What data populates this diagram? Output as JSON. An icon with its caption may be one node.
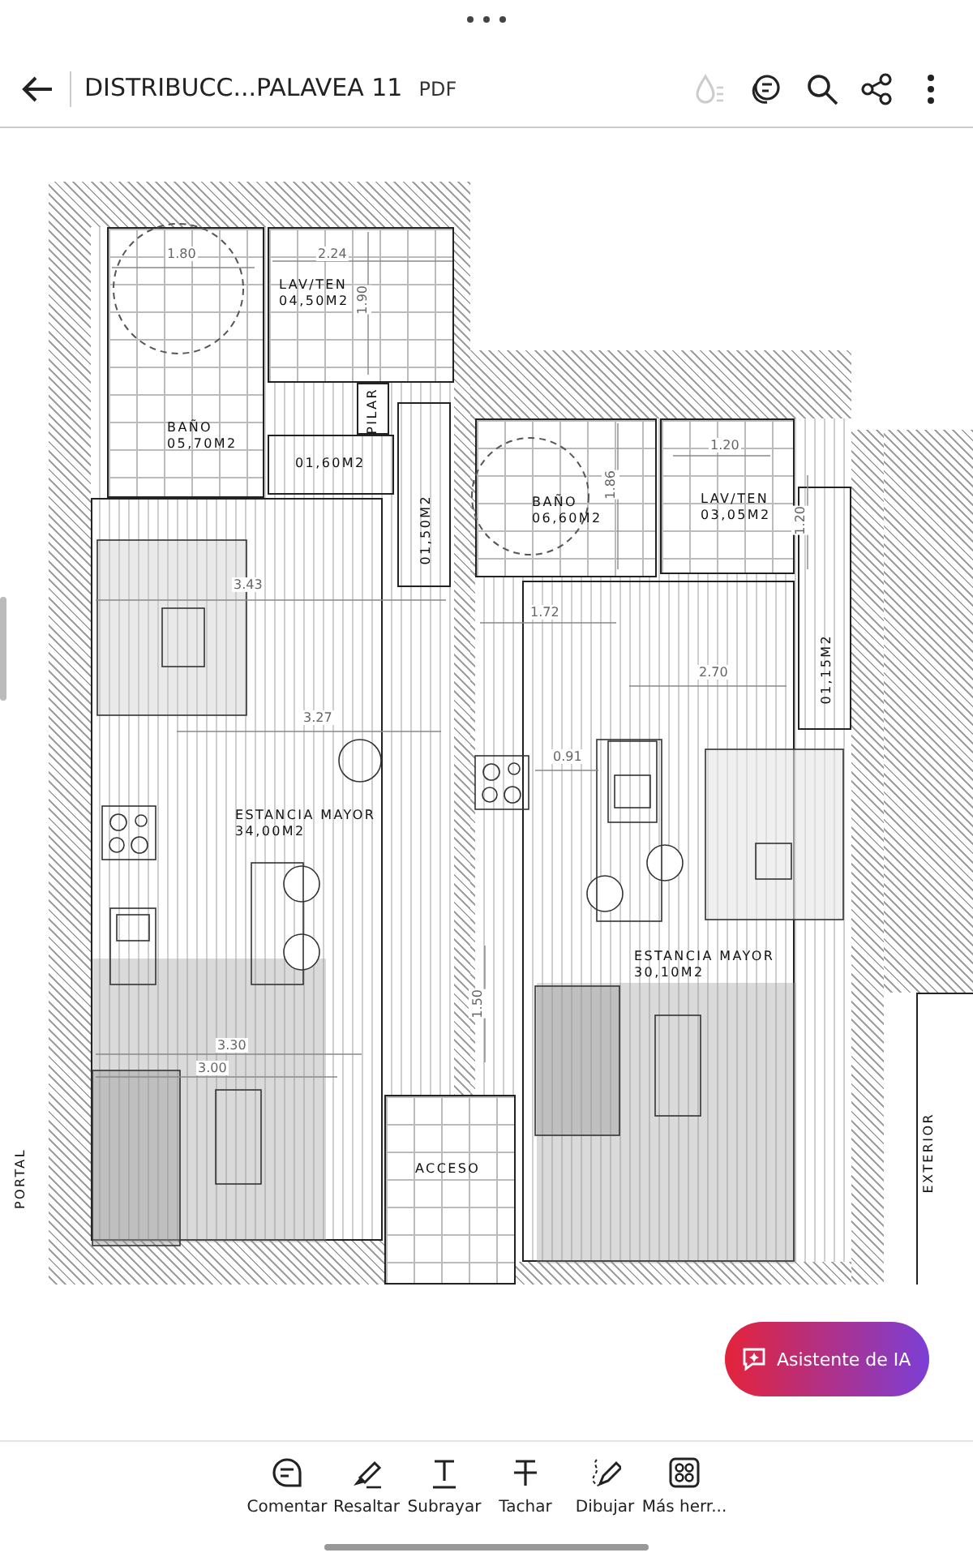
{
  "diagram": {
    "nodes": [
      {
        "text": [
          "BAÑO",
          "05,70M2"
        ]
      },
      {
        "text": [
          "LAV/TEN",
          "04,50M2"
        ]
      },
      {
        "text": [
          "PILAR"
        ]
      },
      {
        "text": [
          "01,60M2"
        ]
      },
      {
        "text": [
          "01,50M2"
        ]
      },
      {
        "text": [
          "ESTANCIA MAYOR",
          "34,00M2"
        ]
      },
      {
        "text": [
          "ACCESO"
        ]
      },
      {
        "text": [
          "BAÑO",
          "06,60M2"
        ]
      },
      {
        "text": [
          "LAV/TEN",
          "03,05M2"
        ]
      },
      {
        "text": [
          "01,15M2"
        ]
      },
      {
        "text": [
          "ESTANCIA MAYOR",
          "30,10M2"
        ]
      }
    ],
    "edges": [],
    "labels": [
      "DISTRIBUCC...PALAVEA 11",
      "PDF",
      "1.80",
      "2.24",
      "1.90",
      "1.20",
      "1.86",
      "1.20",
      "3.43",
      "1.72",
      "2.70",
      "3.27",
      "0.91",
      "1.50",
      "3.30",
      "3.00",
      "PORTAL",
      "EXTERIOR",
      "Asistente de IA",
      "Comentar",
      "Resaltar",
      "Subrayar",
      "Tachar",
      "Dibujar",
      "Más herr..."
    ]
  }
}
